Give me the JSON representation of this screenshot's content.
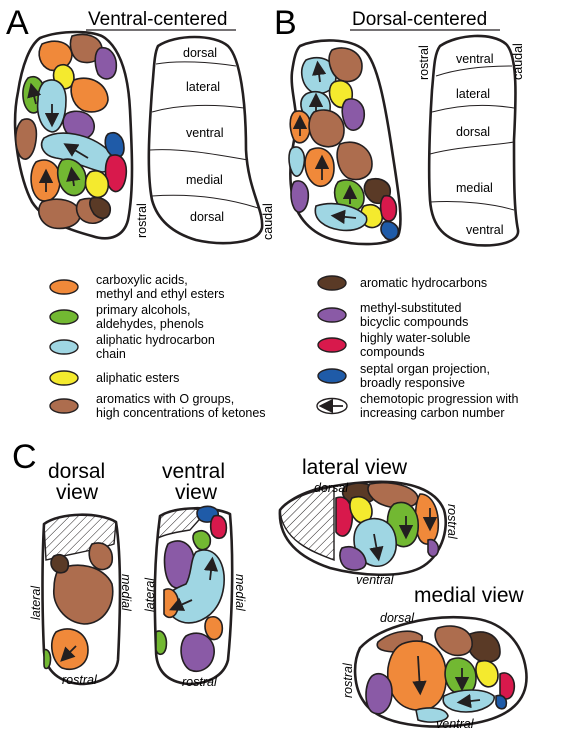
{
  "colors": {
    "orange": "#f0893a",
    "green": "#72b832",
    "lightblue": "#9fd6e3",
    "yellow": "#f4ea2e",
    "brown": "#ad6d4e",
    "darkbrown": "#5a3a26",
    "purple": "#8a5aa6",
    "red": "#d8194c",
    "blue": "#1f5ba8"
  },
  "panelA": {
    "letter": "A",
    "title": "Ventral-centered",
    "bands": [
      "dorsal",
      "lateral",
      "ventral",
      "medial",
      "dorsal"
    ],
    "rostral": "rostral",
    "caudal": "caudal"
  },
  "panelB": {
    "letter": "B",
    "title": "Dorsal-centered",
    "bands": [
      "ventral",
      "lateral",
      "dorsal",
      "medial",
      "ventral"
    ],
    "rostral": "rostral",
    "caudal": "caudal"
  },
  "legend": [
    {
      "color": "orange",
      "line1": "carboxylic acids,",
      "line2": "methyl and ethyl esters"
    },
    {
      "color": "green",
      "line1": "primary alcohols,",
      "line2": "aldehydes, phenols"
    },
    {
      "color": "lightblue",
      "line1": "aliphatic hydrocarbon",
      "line2": "chain"
    },
    {
      "color": "yellow",
      "line1": "aliphatic esters",
      "line2": ""
    },
    {
      "color": "brown",
      "line1": "aromatics with O groups,",
      "line2": "high concentrations of ketones"
    },
    {
      "color": "darkbrown",
      "line1": "aromatic hydrocarbons",
      "line2": ""
    },
    {
      "color": "purple",
      "line1": "methyl-substituted",
      "line2": "bicyclic compounds"
    },
    {
      "color": "red",
      "line1": "highly water-soluble",
      "line2": "compounds"
    },
    {
      "color": "blue",
      "line1": "septal organ projection,",
      "line2": "broadly responsive"
    },
    {
      "color": "arrow",
      "line1": "chemotopic progression with",
      "line2": "increasing carbon number"
    }
  ],
  "panelC": {
    "letter": "C",
    "dorsal_view": {
      "line1": "dorsal",
      "line2": "view",
      "lateral": "lateral",
      "medial": "medial",
      "rostral": "rostral"
    },
    "ventral_view": {
      "line1": "ventral",
      "line2": "view",
      "lateral": "lateral",
      "medial": "medial",
      "rostral": "rostral"
    },
    "lateral_view": {
      "title": "lateral view",
      "dorsal": "dorsal",
      "rostral": "rostral",
      "ventral": "ventral"
    },
    "medial_view": {
      "title": "medial view",
      "dorsal": "dorsal",
      "rostral": "rostral",
      "ventral": "ventral"
    }
  }
}
